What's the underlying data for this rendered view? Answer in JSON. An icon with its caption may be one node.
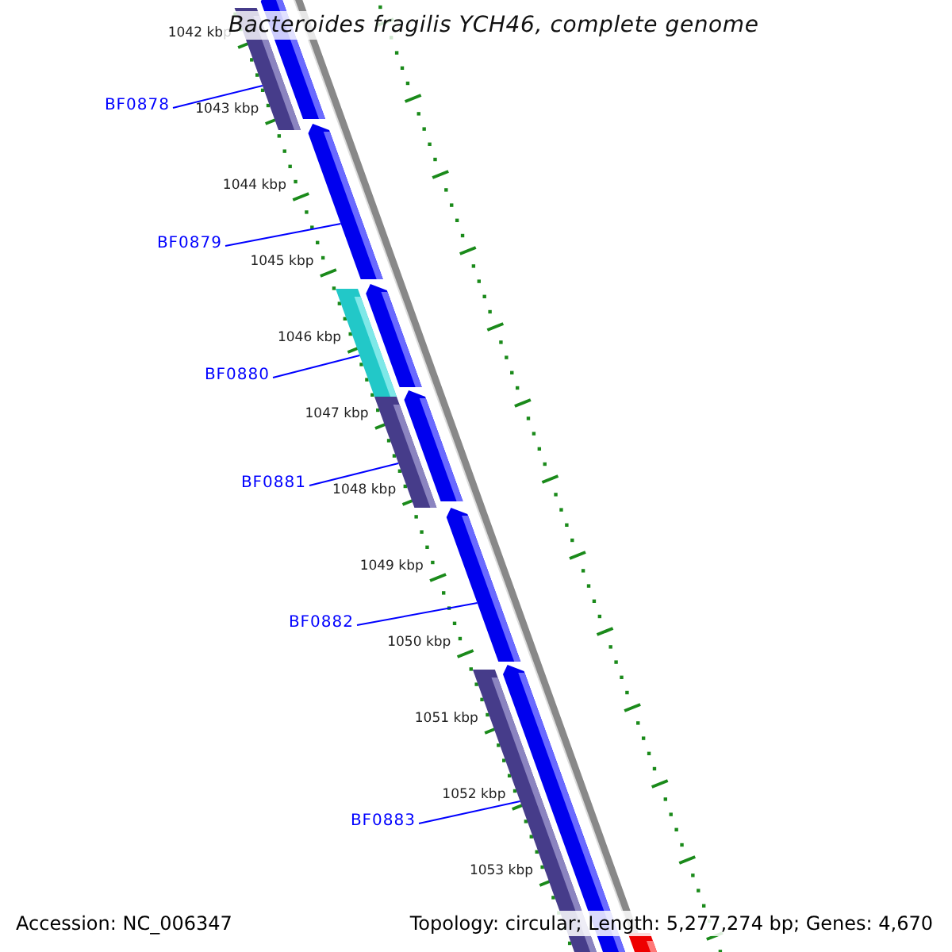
{
  "diagram": {
    "title": "Bacteroides fragilis YCH46, complete genome",
    "nodes": [
      {
        "text": [
          "BF0878"
        ]
      },
      {
        "text": [
          "BF0879"
        ]
      },
      {
        "text": [
          "BF0880"
        ]
      },
      {
        "text": [
          "BF0881"
        ]
      },
      {
        "text": [
          "BF0882"
        ]
      },
      {
        "text": [
          "BF0883"
        ]
      },
      {
        "text": [],
        "shape": "bar"
      },
      {
        "text": [],
        "shape": "bar"
      },
      {
        "text": [],
        "shape": "bar"
      },
      {
        "text": [],
        "shape": "bar"
      },
      {
        "text": [],
        "shape": "bar"
      },
      {
        "text": [],
        "shape": "bar"
      },
      {
        "text": [],
        "shape": "bar"
      },
      {
        "text": [],
        "shape": "bar"
      },
      {
        "text": [],
        "shape": "bar"
      },
      {
        "text": [],
        "shape": "bar"
      },
      {
        "text": [],
        "shape": "bar"
      }
    ],
    "edges": [
      {
        "from": 0,
        "to": 7,
        "arrow": "none"
      },
      {
        "from": 1,
        "to": 8,
        "arrow": "none"
      },
      {
        "from": 2,
        "to": 9,
        "arrow": "none"
      },
      {
        "from": 3,
        "to": 11,
        "arrow": "none"
      },
      {
        "from": 4,
        "to": 13,
        "arrow": "none"
      },
      {
        "from": 5,
        "to": 14,
        "arrow": "none"
      }
    ],
    "labels": [
      "1042 kbp",
      "1043 kbp",
      "1044 kbp",
      "1045 kbp",
      "1046 kbp",
      "1047 kbp",
      "1048 kbp",
      "1049 kbp",
      "1050 kbp",
      "1051 kbp",
      "1052 kbp",
      "1053 kbp",
      "Accession: NC_006347",
      "Topology: circular; Length: 5,277,274 bp; Genes: 4,670"
    ]
  }
}
